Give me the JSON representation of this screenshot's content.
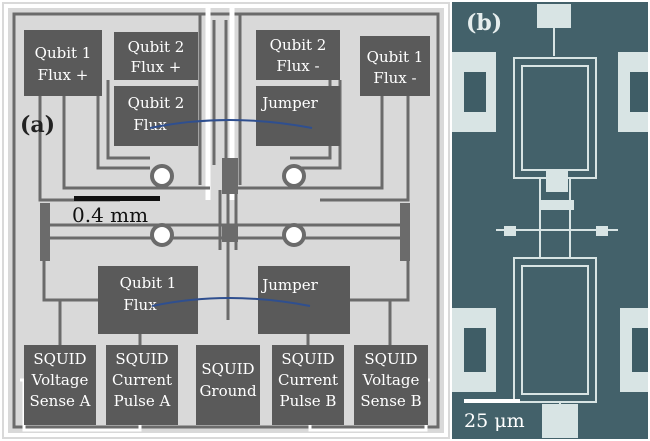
{
  "panel_a": {
    "label": "(a)",
    "scale_bar": "0.4 mm",
    "pads": [
      {
        "id": "qubit1-flux-plus",
        "lines": [
          "Qubit 1",
          "Flux +"
        ]
      },
      {
        "id": "qubit2-flux-plus",
        "lines": [
          "Qubit 2",
          "Flux +"
        ]
      },
      {
        "id": "qubit2-flux-minus",
        "lines": [
          "Qubit 2",
          "Flux -"
        ]
      },
      {
        "id": "qubit1-flux-minus",
        "lines": [
          "Qubit 1",
          "Flux -"
        ]
      },
      {
        "id": "qubit2-flux",
        "lines": [
          "Qubit 2",
          "Flux"
        ]
      },
      {
        "id": "jumper-top",
        "lines": [
          "Jumper"
        ]
      },
      {
        "id": "qubit1-flux",
        "lines": [
          "Qubit 1",
          "Flux"
        ]
      },
      {
        "id": "jumper-bottom",
        "lines": [
          "Jumper"
        ]
      },
      {
        "id": "squid-voltage-sense-a",
        "lines": [
          "SQUID",
          "Voltage",
          "Sense A"
        ]
      },
      {
        "id": "squid-current-pulse-a",
        "lines": [
          "SQUID",
          "Current",
          "Pulse A"
        ]
      },
      {
        "id": "squid-ground",
        "lines": [
          "SQUID",
          "Ground"
        ]
      },
      {
        "id": "squid-current-pulse-b",
        "lines": [
          "SQUID",
          "Current",
          "Pulse B"
        ]
      },
      {
        "id": "squid-voltage-sense-b",
        "lines": [
          "SQUID",
          "Voltage",
          "Sense B"
        ]
      }
    ]
  },
  "panel_b": {
    "label": "(b)",
    "scale_bar": "25 μm"
  },
  "colors": {
    "pad_fill": "#5a5a5a",
    "chip_bg": "#d9d9d9",
    "wire": "#6b6b6b",
    "coupler": "#2f4f8f",
    "micrograph_bg": "#3f5d66",
    "metal": "#d8e4e4"
  }
}
